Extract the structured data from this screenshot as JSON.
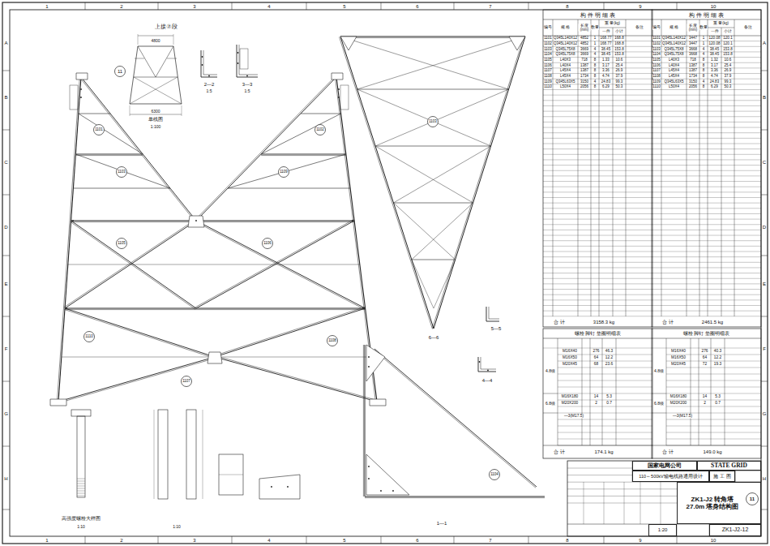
{
  "diagram": {
    "nodes": [
      {
        "text": [
          "国家电网公司"
        ]
      },
      {
        "text": [
          "STATE GRID"
        ]
      },
      {
        "text": [
          "110～500kV输电线路通用设计"
        ]
      },
      {
        "text": [
          "施 工 图"
        ]
      },
      {
        "text": [
          "ZK1-J2 转角塔 27.0m 塔身结构图"
        ]
      },
      {
        "text": [
          "11"
        ],
        "in": 4
      },
      {
        "text": [
          "1:20"
        ]
      },
      {
        "text": [
          "ZK1-J2-12"
        ]
      },
      {
        "text": [
          "11"
        ]
      },
      {
        "text": [
          "1101"
        ]
      },
      {
        "text": [
          "1102"
        ]
      },
      {
        "text": [
          "1103"
        ]
      },
      {
        "text": [
          "1109"
        ]
      },
      {
        "text": [
          "1105"
        ]
      },
      {
        "text": [
          "1106"
        ]
      },
      {
        "text": [
          "1110"
        ]
      },
      {
        "text": [
          "1107"
        ]
      },
      {
        "text": [
          "1108"
        ]
      },
      {
        "text": [
          "1103"
        ]
      },
      {
        "text": [
          "1104"
        ]
      }
    ],
    "labels": [
      "1",
      "2",
      "3",
      "4",
      "5",
      "6",
      "7",
      "8",
      "9",
      "10",
      "1",
      "2",
      "3",
      "4",
      "5",
      "6",
      "7",
      "8",
      "9",
      "10",
      "A",
      "B",
      "C",
      "D",
      "E",
      "F",
      "G",
      "H",
      "A",
      "B",
      "C",
      "D",
      "E",
      "F",
      "G",
      "H",
      "上接⑦段",
      "4800",
      "6300",
      "单线图",
      "1:100",
      "2—2",
      "1:5",
      "3—3",
      "1:5",
      "6—6",
      "5—5",
      "4—4",
      "1—1",
      "高强度螺栓大样图",
      "1:10",
      "1:10",
      "构 件 明 细 表",
      "编号",
      "规 格",
      "长度(mm)",
      "数量",
      "重 量(kg)",
      "一件",
      "小计",
      "备注",
      "1101",
      "Q345L140X12",
      "4852",
      "1",
      "168.77",
      "168.8",
      "1102",
      "Q345L140X12",
      "4852",
      "1",
      "168.77",
      "168.8",
      "1103",
      "Q345L75X8",
      "3669",
      "4",
      "38.45",
      "153.8",
      "1104",
      "Q345L75X8",
      "3669",
      "4",
      "38.45",
      "153.8",
      "1105",
      "L40X3",
      "718",
      "8",
      "1.33",
      "10.6",
      "1106",
      "L40X4",
      "1387",
      "8",
      "3.17",
      "25.4",
      "1107",
      "L45X4",
      "1387",
      "8",
      "3.36",
      "26.9",
      "1108",
      "L45X4",
      "1734",
      "8",
      "4.74",
      "37.9",
      "1109",
      "Q345L63X5",
      "3150",
      "4",
      "24.83",
      "99.3",
      "1110",
      "L50X4",
      "2056",
      "8",
      "6.29",
      "50.3",
      "合 计",
      "3158.3 kg",
      "构 件 明 细 表",
      "编号",
      "规 格",
      "长度(mm)",
      "数量",
      "重 量(kg)",
      "一件",
      "小计",
      "备注",
      "1101",
      "Q345L140X12",
      "3447",
      "1",
      "120.08",
      "120.1",
      "1102",
      "Q345L140X12",
      "3447",
      "1",
      "120.08",
      "120.1",
      "1103",
      "Q345L75X8",
      "3668",
      "4",
      "38.45",
      "153.8",
      "1104",
      "Q345L75X8",
      "3668",
      "4",
      "38.45",
      "153.8",
      "1105",
      "L40X3",
      "718",
      "8",
      "1.32",
      "10.6",
      "1106",
      "L40X4",
      "1387",
      "8",
      "3.17",
      "25.4",
      "1107",
      "L45X4",
      "1387",
      "8",
      "3.36",
      "26.9",
      "1108",
      "L45X4",
      "1734",
      "8",
      "4.74",
      "37.9",
      "1109",
      "Q345L63X5",
      "3150",
      "4",
      "24.83",
      "99.3",
      "1110",
      "L50X4",
      "2056",
      "8",
      "6.29",
      "50.3",
      "合 计",
      "2461.5 kg",
      "螺栓 脚钉 垫圈明细表",
      "4.8级",
      "M16X40",
      "276",
      "46.3",
      "M16X50",
      "64",
      "12.2",
      "M20X45",
      "68",
      "23.6",
      "6.8级",
      "M16X180",
      "14",
      "5.3",
      "M20X200",
      "2",
      "0.7",
      "—3(M17.5)",
      "合 计",
      "174.1 kg",
      "螺栓 脚钉 垫圈明细表",
      "4.8级",
      "M16X40",
      "276",
      "40.3",
      "M16X50",
      "64",
      "12.2",
      "M20X45",
      "72",
      "19.3",
      "6.8级",
      "M16X180",
      "14",
      "5.3",
      "M20X200",
      "2",
      "0.7",
      "—3(M17.5)",
      "合 计",
      "149.0 kg"
    ]
  }
}
